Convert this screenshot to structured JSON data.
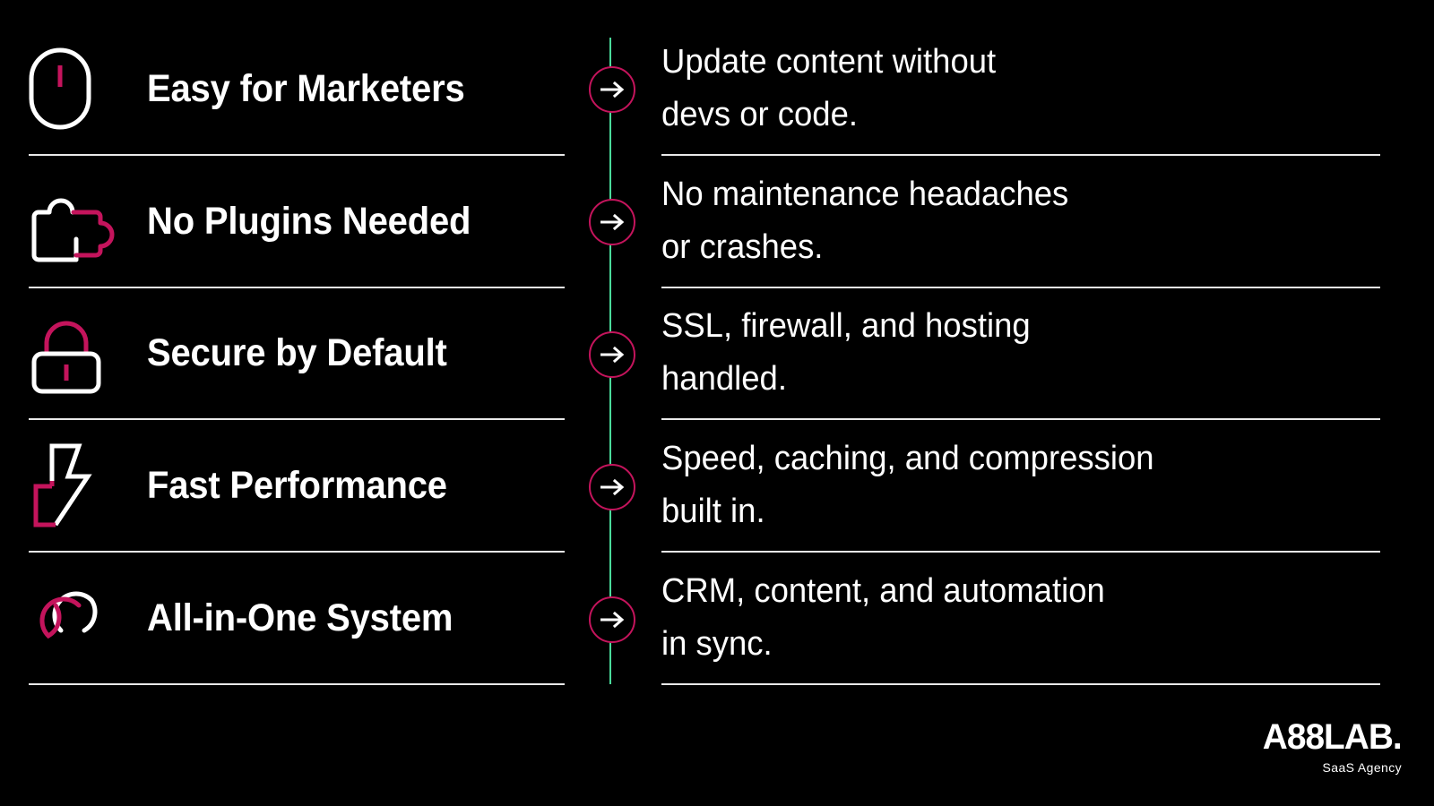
{
  "theme": {
    "background": "#000000",
    "accent_pink": "#C4145C",
    "accent_green": "#4ADB9B",
    "text": "#FFFFFF",
    "divider": "#E9E9E9"
  },
  "rows": [
    {
      "icon": "mouse-icon",
      "title": "Easy for Marketers",
      "arrow": "arrow-right-icon",
      "desc_lines": [
        "Update content without",
        "devs or code."
      ]
    },
    {
      "icon": "puzzle-piece-icon",
      "title": "No Plugins Needed",
      "arrow": "arrow-right-icon",
      "desc_lines": [
        "No maintenance headaches",
        "or crashes."
      ]
    },
    {
      "icon": "lock-icon",
      "title": "Secure by Default",
      "arrow": "arrow-right-icon",
      "desc_lines": [
        "SSL, firewall, and hosting",
        "handled."
      ]
    },
    {
      "icon": "lightning-bolt-icon",
      "title": "Fast Performance",
      "arrow": "arrow-right-icon",
      "desc_lines": [
        "Speed, caching, and compression",
        "built in."
      ]
    },
    {
      "icon": "chain-link-icon",
      "title": "All-in-One System",
      "arrow": "arrow-right-icon",
      "desc_lines": [
        "CRM, content, and automation",
        "in sync."
      ]
    }
  ],
  "logo": {
    "name": "A88LAB.",
    "tagline": "SaaS Agency"
  }
}
